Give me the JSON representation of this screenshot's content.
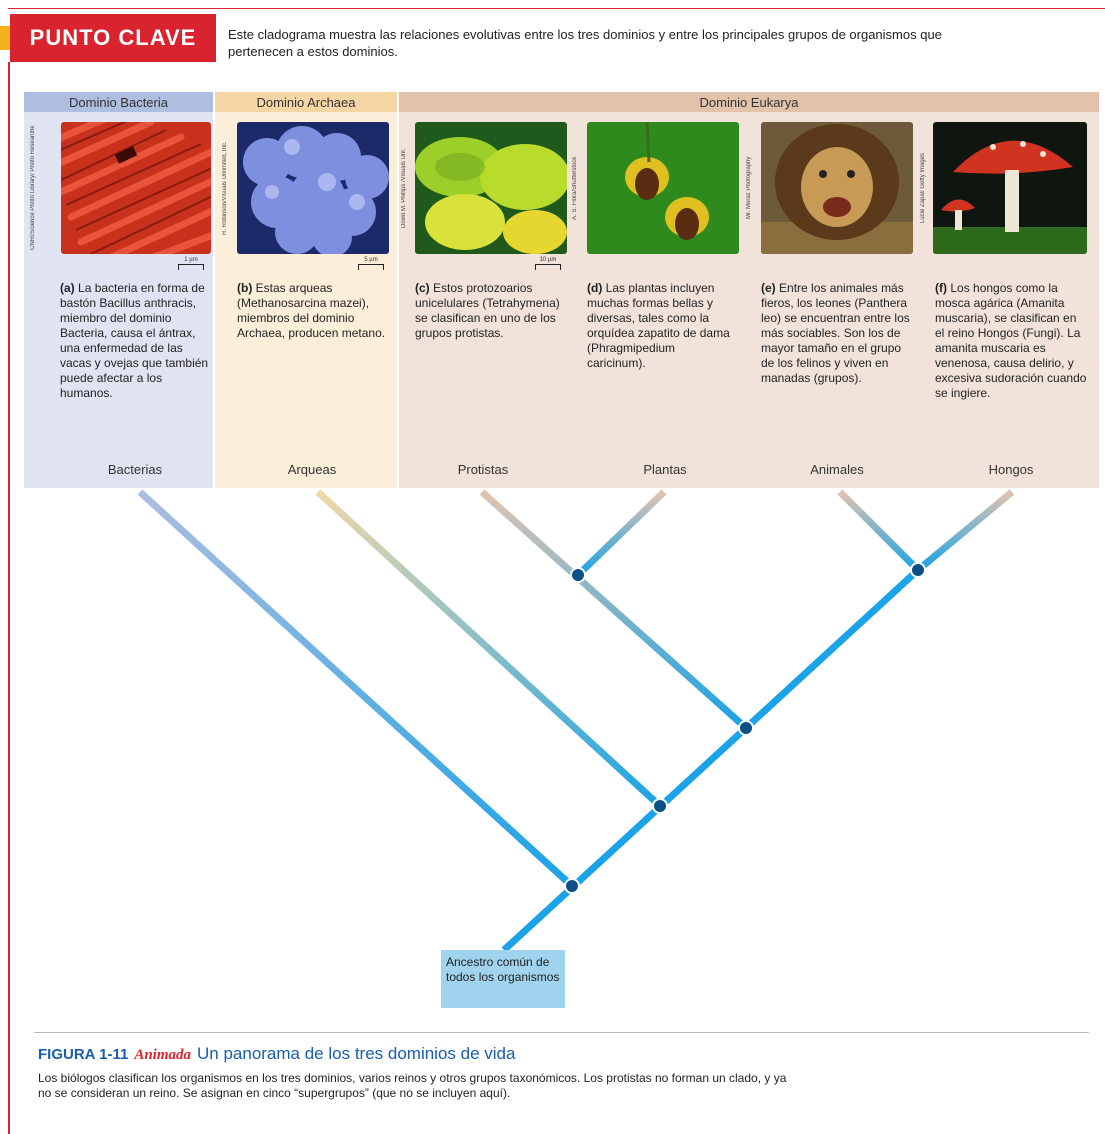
{
  "key_point": {
    "label": "PUNTO CLAVE",
    "text": "Este cladograma muestra las relaciones evolutivas entre los tres dominios y entre los principales grupos de organismos que pertenecen a estos dominios."
  },
  "domains": [
    {
      "name": "Dominio Bacteria",
      "color": "#aebde0"
    },
    {
      "name": "Dominio Archaea",
      "color": "#f6d6a4"
    },
    {
      "name": "Dominio Eukarya",
      "color": "#e2c2aa"
    }
  ],
  "colors": {
    "bacteria_bg": "#dfe3f2",
    "archaea_bg": "#fcefd9",
    "eukarya_bg": "#f1e3da",
    "branch": "#1aa3e6",
    "accent": "#d9232e"
  },
  "organisms": [
    {
      "credit": "CNRI/Science Photo Library/ Photo Researchers, Inc.",
      "scale": "1 µm",
      "tag": "(a)",
      "desc": "La bacteria en forma de bastón Bacillus anthracis, miembro del dominio Bacteria, causa el ántrax, una enfermedad de las vacas y ovejas que también puede afectar a los humanos.",
      "group": "Bacterias"
    },
    {
      "credit": "R. Robinson/Visuals Unlimited, Inc.",
      "scale": "5 µm",
      "tag": "(b)",
      "desc": "Estas arqueas (Methanosarcina mazei), miembros del dominio Archaea, producen metano.",
      "group": "Arqueas"
    },
    {
      "credit": "Dowd M. Phillips /Visuals Unl.",
      "scale": "10 µm",
      "tag": "(c)",
      "desc": "Estos protozoarios unicelulares (Tetrahymena) se clasifican en uno de los grupos protistas.",
      "group": "Protistas"
    },
    {
      "credit": "A. S. Flora/Shutterstock",
      "scale": "",
      "tag": "(d)",
      "desc": "Las plantas incluyen muchas formas bellas y diversas, tales como la orquídea zapatito de dama (Phragmipedium caricinum).",
      "group": "Plantas"
    },
    {
      "credit": "Mr. Meraz Photography",
      "scale": "",
      "tag": "(e)",
      "desc": "Entre los animales más fieros, los leones (Panthera leo) se encuentran entre los más sociables. Son los de mayor tamaño en el grupo de los felinos y viven en manadas (grupos).",
      "group": "Animales"
    },
    {
      "credit": "Lucie Zapal/ Getty Images",
      "scale": "",
      "tag": "(f)",
      "desc": "Los hongos como la mosca agárica (Amanita muscaria), se clasifican en el reino Hongos (Fungi). La amanita muscaria es venenosa, causa delirio, y excesiva sudoración cuando se ingiere.",
      "group": "Hongos"
    }
  ],
  "ancestor": "Ancestro común de todos los organismos",
  "figure": {
    "number": "FIGURA 1-11",
    "animated": "Animada",
    "title": "Un panorama de los tres dominios de vida",
    "caption": "Los biólogos clasifican los organismos en los tres dominios, varios reinos y otros grupos taxonómicos. Los protistas no forman un clado, y ya no se consideran un reino. Se asignan en cinco “supergrupos” (que no se incluyen aquí)."
  }
}
